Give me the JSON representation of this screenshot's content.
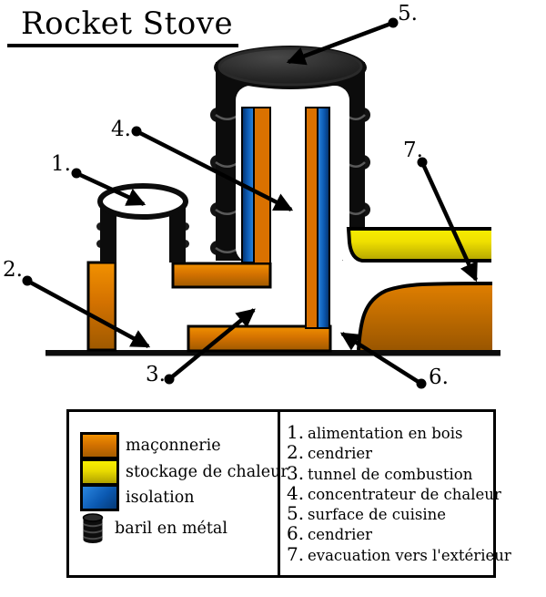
{
  "title": "Rocket Stove",
  "diagram": {
    "callouts": [
      {
        "label": "1."
      },
      {
        "label": "2."
      },
      {
        "label": "3."
      },
      {
        "label": "4."
      },
      {
        "label": "5."
      },
      {
        "label": "6."
      },
      {
        "label": "7."
      }
    ],
    "colors": {
      "masonry_orange": "#d97100",
      "heat_storage_yellow": "#efe000",
      "insulation_blue": "#0a62c8",
      "barrel_black": "#0c0c0c",
      "background": "#ffffff"
    }
  },
  "legend": {
    "items": [
      {
        "label": "maçonnerie",
        "swatch_color": "#d97100"
      },
      {
        "label": "stockage de chaleur",
        "swatch_color": "#efe000"
      },
      {
        "label": "isolation",
        "swatch_color": "#0a62c8"
      },
      {
        "label": "baril en métal",
        "swatch_color": "#0c0c0c"
      }
    ]
  },
  "parts_list": {
    "items": [
      {
        "num": "1.",
        "label": "alimentation en bois"
      },
      {
        "num": "2.",
        "label": "cendrier"
      },
      {
        "num": "3.",
        "label": "tunnel de combustion"
      },
      {
        "num": "4.",
        "label": "concentrateur de chaleur"
      },
      {
        "num": "5.",
        "label": "surface de cuisine"
      },
      {
        "num": "6.",
        "label": "cendrier"
      },
      {
        "num": "7.",
        "label": "evacuation vers l'extérieur"
      }
    ]
  }
}
